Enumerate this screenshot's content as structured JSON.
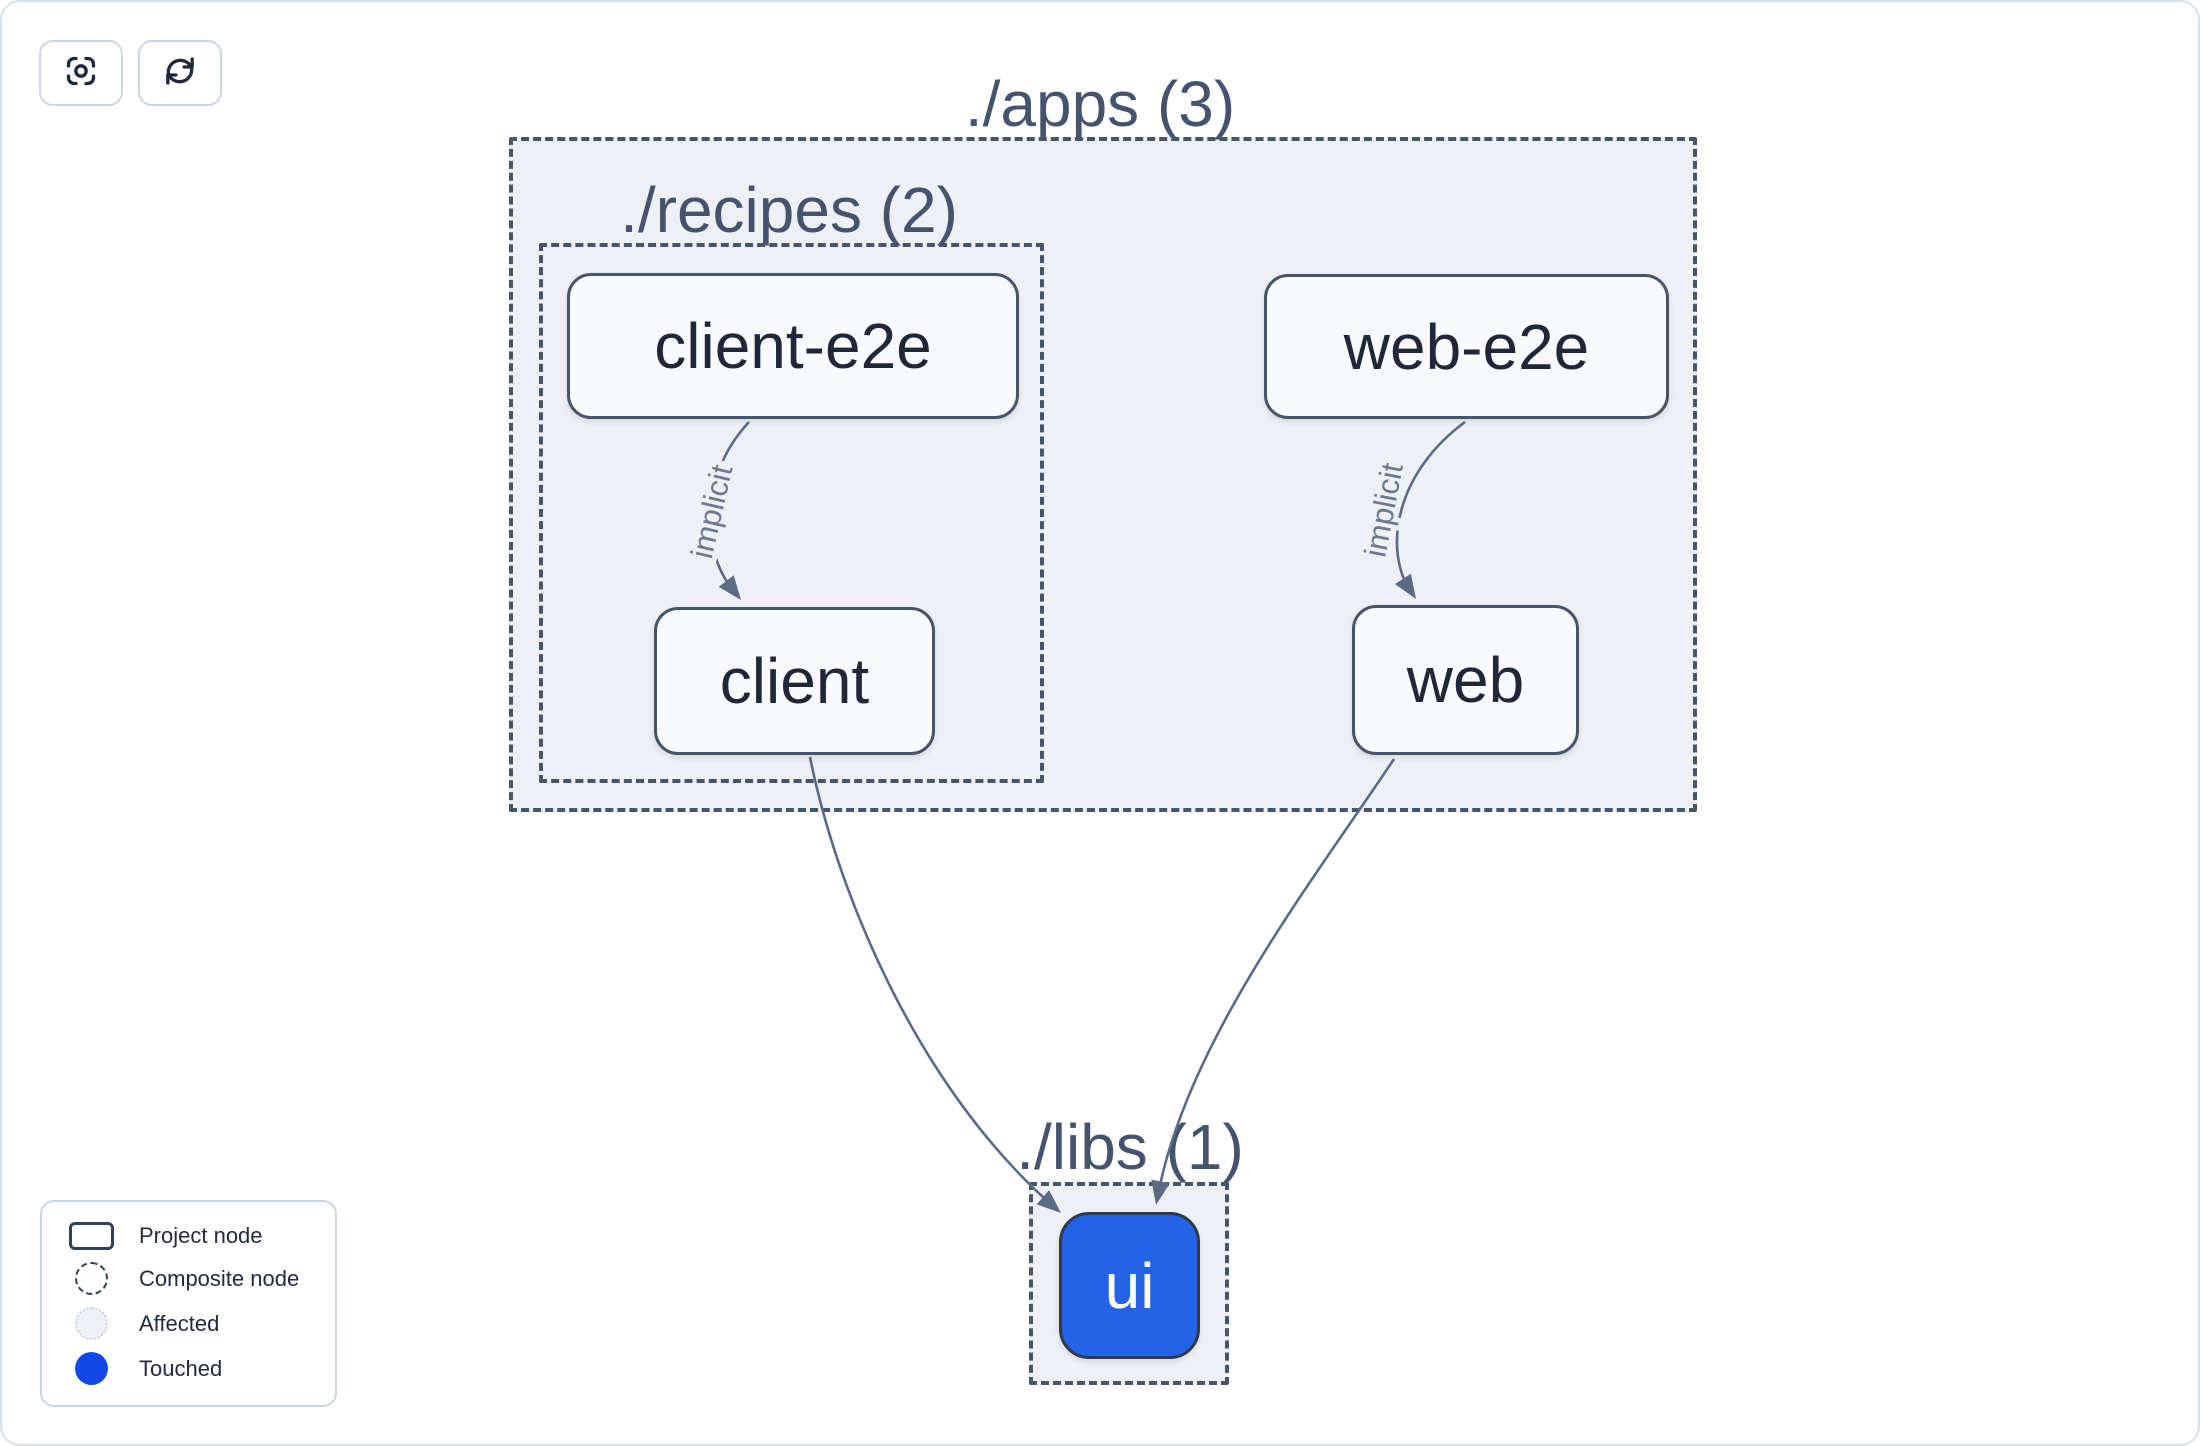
{
  "toolbar": {
    "buttons": [
      {
        "icon": "focus-icon"
      },
      {
        "icon": "refresh-icon"
      }
    ]
  },
  "graph": {
    "containers": {
      "apps": {
        "label": "./apps (3)"
      },
      "recipes": {
        "label": "./recipes (2)"
      },
      "libs": {
        "label": "./libs (1)"
      }
    },
    "nodes": {
      "client_e2e": {
        "label": "client-e2e"
      },
      "web_e2e": {
        "label": "web-e2e"
      },
      "client": {
        "label": "client"
      },
      "web": {
        "label": "web"
      },
      "ui": {
        "label": "ui",
        "state": "touched"
      }
    },
    "edges": [
      {
        "from": "client-e2e",
        "to": "client",
        "label": "implicit"
      },
      {
        "from": "web-e2e",
        "to": "web",
        "label": "implicit"
      },
      {
        "from": "client",
        "to": "ui",
        "label": ""
      },
      {
        "from": "web",
        "to": "ui",
        "label": ""
      }
    ]
  },
  "legend": {
    "items": [
      {
        "label": "Project node",
        "swatch": "project-node-swatch"
      },
      {
        "label": "Composite node",
        "swatch": "composite-node-swatch"
      },
      {
        "label": "Affected",
        "swatch": "affected-swatch"
      },
      {
        "label": "Touched",
        "swatch": "touched-swatch"
      }
    ]
  },
  "colors": {
    "touched_blue": "#1448e5",
    "ui_node_blue": "#2463e6",
    "slate_border": "#475569",
    "container_fill": "#edf1f6",
    "edge_stroke": "#5b6a85",
    "page_border": "#d8e0ea"
  }
}
